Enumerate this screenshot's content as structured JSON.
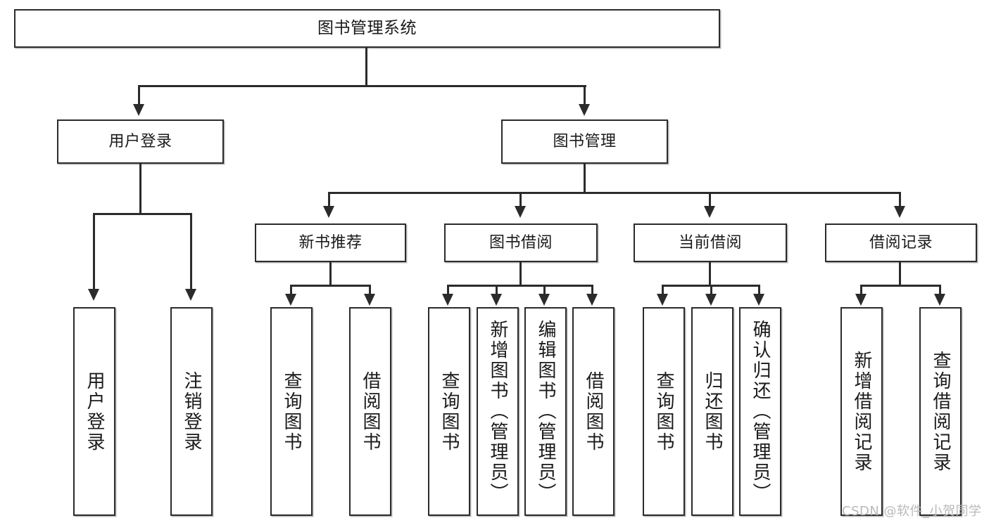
{
  "diagram": {
    "title": "图书管理系统",
    "type": "hierarchy-tree",
    "root": {
      "label": "图书管理系统"
    },
    "level2": [
      {
        "label": "用户登录"
      },
      {
        "label": "图书管理"
      }
    ],
    "level3": [
      {
        "label": "新书推荐"
      },
      {
        "label": "图书借阅"
      },
      {
        "label": "当前借阅"
      },
      {
        "label": "借阅记录"
      }
    ],
    "leaves": {
      "user_login": [
        {
          "label": "用户登录"
        },
        {
          "label": "注销登录"
        }
      ],
      "new_book_recommend": [
        {
          "label": "查询图书"
        },
        {
          "label": "借阅图书"
        }
      ],
      "book_borrow": [
        {
          "label": "查询图书"
        },
        {
          "label": "新增图书（管理员）"
        },
        {
          "label": "编辑图书（管理员）"
        },
        {
          "label": "借阅图书"
        }
      ],
      "current_borrow": [
        {
          "label": "查询图书"
        },
        {
          "label": "归还图书"
        },
        {
          "label": "确认归还（管理员）"
        }
      ],
      "borrow_record": [
        {
          "label": "新增借阅记录"
        },
        {
          "label": "查询借阅记录"
        }
      ]
    }
  },
  "watermark": {
    "text": "CSDN @软件_小贺同学"
  },
  "colors": {
    "stroke": "#2b2b2b",
    "background": "#ffffff",
    "watermark": "#b9b9b9"
  }
}
